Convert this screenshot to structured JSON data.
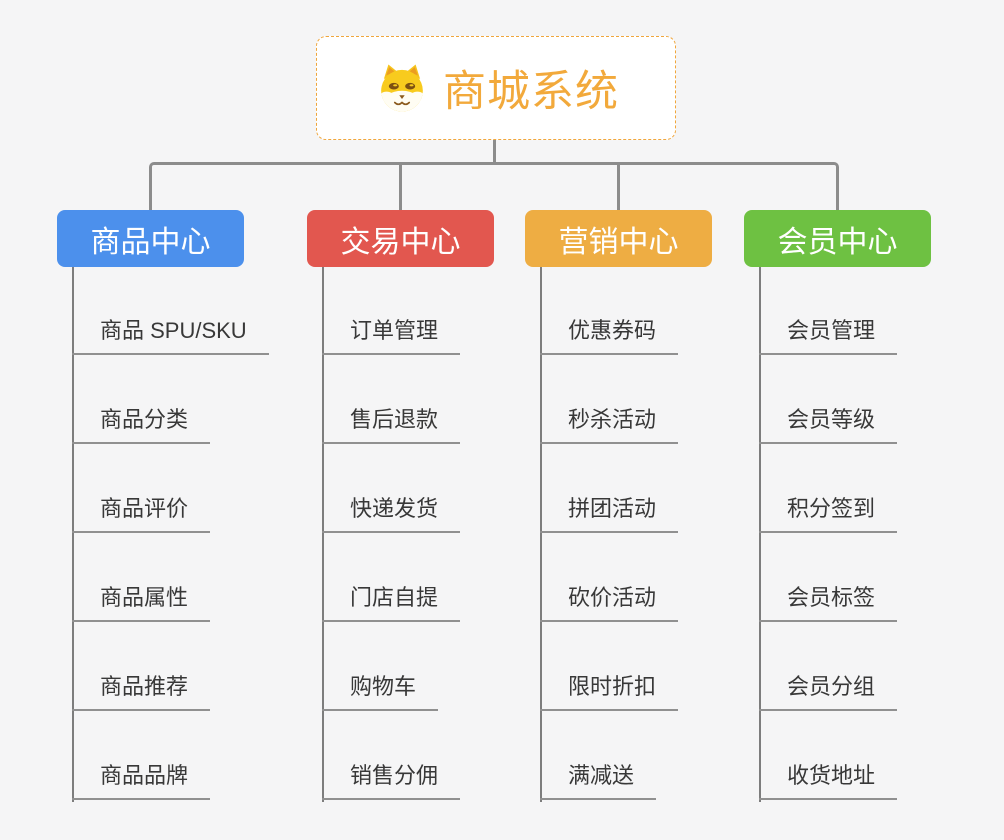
{
  "root": {
    "title": "商城系统",
    "icon": "dog-mascot-icon",
    "title_color": "#F2A93B",
    "border_color": "#F0A63C"
  },
  "palette": {
    "background": "#F5F5F6",
    "connector": "#8C8C8C",
    "spine": "#7D7D7D",
    "child_underline": "#909090",
    "child_text": "#383838"
  },
  "branches": [
    {
      "label": "商品中心",
      "color": "#4C90EC",
      "children": [
        "商品 SPU/SKU",
        "商品分类",
        "商品评价",
        "商品属性",
        "商品推荐",
        "商品品牌"
      ]
    },
    {
      "label": "交易中心",
      "color": "#E2574F",
      "children": [
        "订单管理",
        "售后退款",
        "快递发货",
        "门店自提",
        "购物车",
        "销售分佣"
      ]
    },
    {
      "label": "营销中心",
      "color": "#EEAD43",
      "children": [
        "优惠券码",
        "秒杀活动",
        "拼团活动",
        "砍价活动",
        "限时折扣",
        "满减送"
      ]
    },
    {
      "label": "会员中心",
      "color": "#6EC142",
      "children": [
        "会员管理",
        "会员等级",
        "积分签到",
        "会员标签",
        "会员分组",
        "收货地址"
      ]
    }
  ]
}
